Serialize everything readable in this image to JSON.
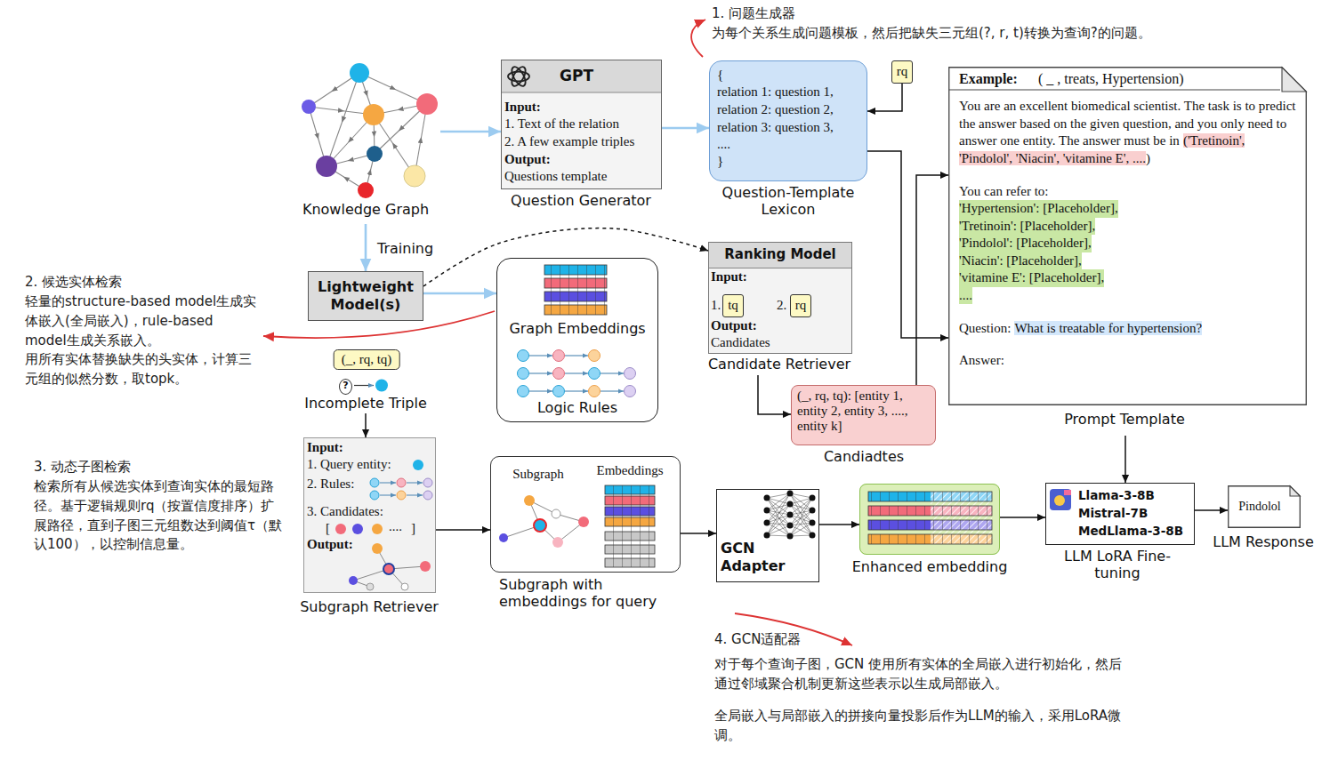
{
  "diagram": {
    "nodes": [
      {
        "text": [
          "Knowledge Graph"
        ]
      },
      {
        "text": [
          "GPT",
          "Input:",
          "1. Text of the relation",
          "2. A few example triples",
          "Output:",
          "Questions template",
          "Question Generator"
        ]
      },
      {
        "text": [
          "{",
          "relation 1: question 1,",
          "relation 2: question 2,",
          "relation 3: question 3,",
          "....",
          "}",
          "Question-Template Lexicon"
        ]
      },
      {
        "text": [
          "rq"
        ]
      },
      {
        "text": [
          "Example:",
          "( _ , treats, Hypertension)",
          "You are an excellent biomedical scientist. The task is to predict the answer based on the given question, and you only need to answer one entity. The answer must be in",
          "('Tretinoin', 'Pindolol', 'Niacin', 'vitamine E', ....",
          ")",
          "You can refer to:",
          "'Hypertension': [Placeholder],",
          "'Tretinoin': [Placeholder],",
          "'Pindolol': [Placeholder],",
          "'Niacin': [Placeholder],",
          "'vitamine E': [Placeholder],",
          "....",
          "Question:",
          "What is treatable for hypertension?",
          "Answer:",
          "Prompt Template"
        ]
      },
      {
        "text": [
          "Lightweight Model(s)"
        ]
      },
      {
        "text": [
          "Graph Embeddings",
          "Logic Rules"
        ]
      },
      {
        "text": [
          "Ranking Model",
          "Input:",
          "1.",
          "2.",
          "Output:",
          "Candidates",
          "Candidate Retriever"
        ]
      },
      {
        "text": [
          "tq"
        ],
        "in": 7
      },
      {
        "text": [
          "rq"
        ],
        "in": 7
      },
      {
        "text": [
          "(_, rq, tq): [entity 1, entity 2, entity 3, ...., entity k]",
          "Candiadtes"
        ]
      },
      {
        "text": [
          "(_, rq, tq)",
          "Incomplete Triple"
        ]
      },
      {
        "text": [
          "?"
        ],
        "in": 11
      },
      {
        "text": [
          "Input:",
          "1. Query entity:",
          "2. Rules:",
          "3. Candidates:",
          "[",
          "....",
          "]",
          "Output:",
          "Subgraph Retriever"
        ]
      },
      {
        "text": [
          "Subgraph",
          "Embeddings",
          "Subgraph with embeddings for query"
        ]
      },
      {
        "text": [
          "GCN Adapter"
        ]
      },
      {
        "text": [
          "Enhanced embedding"
        ]
      },
      {
        "text": [
          "Llama-3-8B",
          "Mistral-7B",
          "MedLlama-3-8B",
          "LLM LoRA Fine-tuning"
        ]
      },
      {
        "text": [
          "Pindolol",
          "LLM Response"
        ]
      }
    ],
    "edges": [
      {
        "from": 0,
        "to": 1,
        "arrow": "to"
      },
      {
        "from": 1,
        "to": 2,
        "arrow": "to"
      },
      {
        "from": 3,
        "to": 2,
        "arrow": "to"
      },
      {
        "from": 0,
        "to": 5,
        "label": "Training",
        "arrow": "to"
      },
      {
        "from": 5,
        "to": 6,
        "arrow": "to"
      },
      {
        "from": 5,
        "to": 7,
        "arrow": "to"
      },
      {
        "from": 7,
        "to": 10,
        "arrow": "to"
      },
      {
        "from": 2,
        "to": 4,
        "arrow": "to"
      },
      {
        "from": 10,
        "to": 4,
        "arrow": "to"
      },
      {
        "from": 11,
        "to": 13,
        "arrow": "to"
      },
      {
        "from": 13,
        "to": 14,
        "arrow": "to"
      },
      {
        "from": 14,
        "to": 15,
        "arrow": "to"
      },
      {
        "from": 15,
        "to": 16,
        "arrow": "to"
      },
      {
        "from": 16,
        "to": 17,
        "arrow": "to"
      },
      {
        "from": 4,
        "to": 17,
        "arrow": "to"
      },
      {
        "from": 17,
        "to": 18,
        "arrow": "to"
      }
    ],
    "labels": [
      "1. 问题生成器",
      "为每个关系生成问题模板，然后把缺失三元组(?, r, t)转换为查询?的问题。",
      "2. 候选实体检索",
      "轻量的structure-based model生成实体嵌入(全局嵌入)，rule-based model生成关系嵌入。",
      "用所有实体替换缺失的头实体，计算三元组的似然分数，取topk。",
      "3. 动态子图检索",
      "检索所有从候选实体到查询实体的最短路径。基于逻辑规则rq（按置信度排序）扩展路径，直到子图三元组数达到阈值τ（默认100），以控制信息量。",
      "4. GCN适配器",
      "对于每个查询子图，GCN 使用所有实体的全局嵌入进行初始化，然后通过邻域聚合机制更新这些表示以生成局部嵌入。",
      "全局嵌入与局部嵌入的拼接向量投影后作为LLM的输入，采用LoRA微调。"
    ]
  }
}
